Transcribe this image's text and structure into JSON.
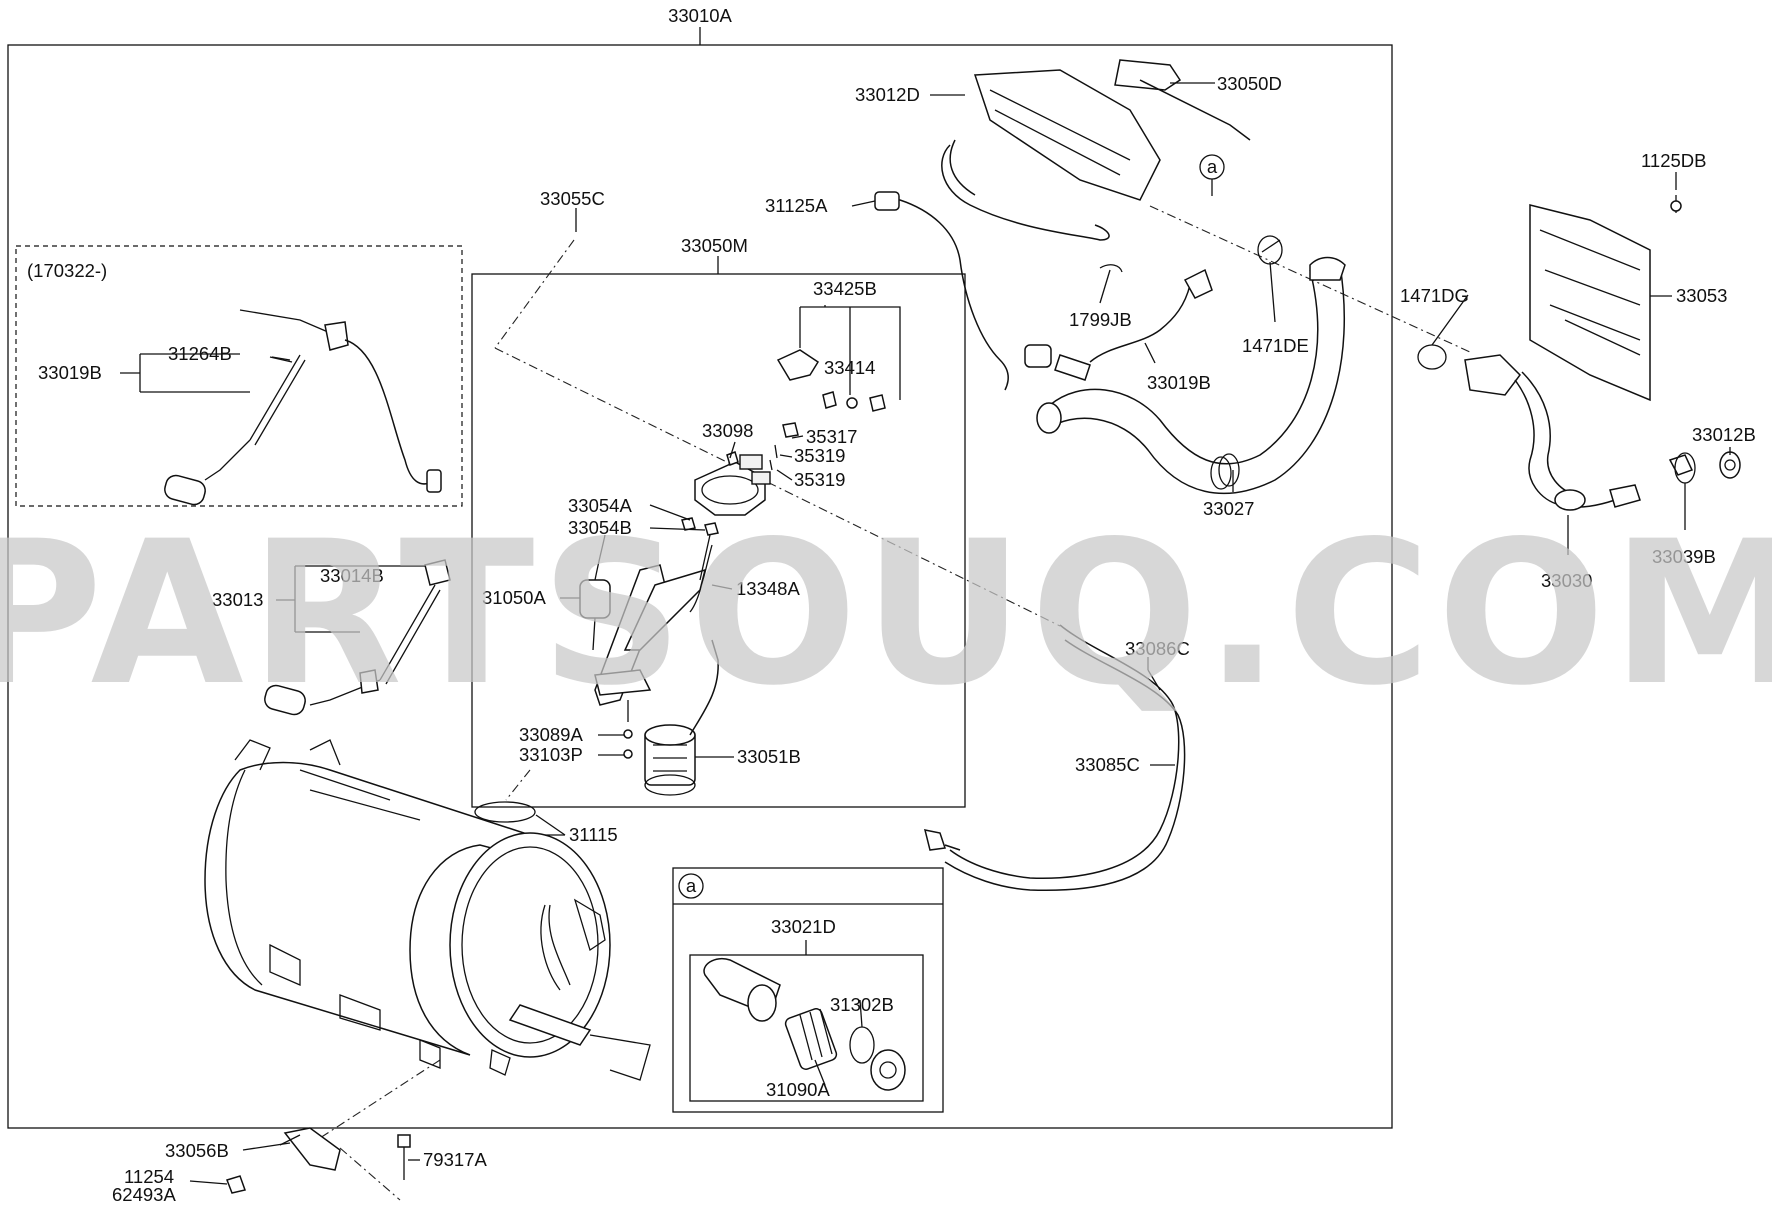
{
  "watermark": "PARTSOUQ.COM",
  "inset_note": "(170322-)",
  "detail_marker": "a",
  "labels": {
    "assembly": "33010A",
    "p33012D": "33012D",
    "p33050D": "33050D",
    "p31125A": "31125A",
    "p33055C": "33055C",
    "p33050M": "33050M",
    "p33425B": "33425B",
    "p33414": "33414",
    "p1799JB": "1799JB",
    "p1471DE": "1471DE",
    "p33019B_main": "33019B",
    "p33098": "33098",
    "p35317": "35317",
    "p35319a": "35319",
    "p35319b": "35319",
    "p33054A": "33054A",
    "p33054B": "33054B",
    "p31050A": "31050A",
    "p13348A": "13348A",
    "p33089A": "33089A",
    "p33103P": "33103P",
    "p33051B": "33051B",
    "p33027": "33027",
    "p33086C": "33086C",
    "p33085C": "33085C",
    "p31115": "31115",
    "p33021D": "33021D",
    "p31302B": "31302B",
    "p31090A": "31090A",
    "p33019B_inset": "33019B",
    "p31264B": "31264B",
    "p33014B": "33014B",
    "p33013": "33013",
    "p1125DB": "1125DB",
    "p33053": "33053",
    "p1471DG": "1471DG",
    "p33012B": "33012B",
    "p33030": "33030",
    "p33039B": "33039B",
    "p33056B": "33056B",
    "p79317A": "79317A",
    "p11254": "11254",
    "p62493A": "62493A"
  }
}
